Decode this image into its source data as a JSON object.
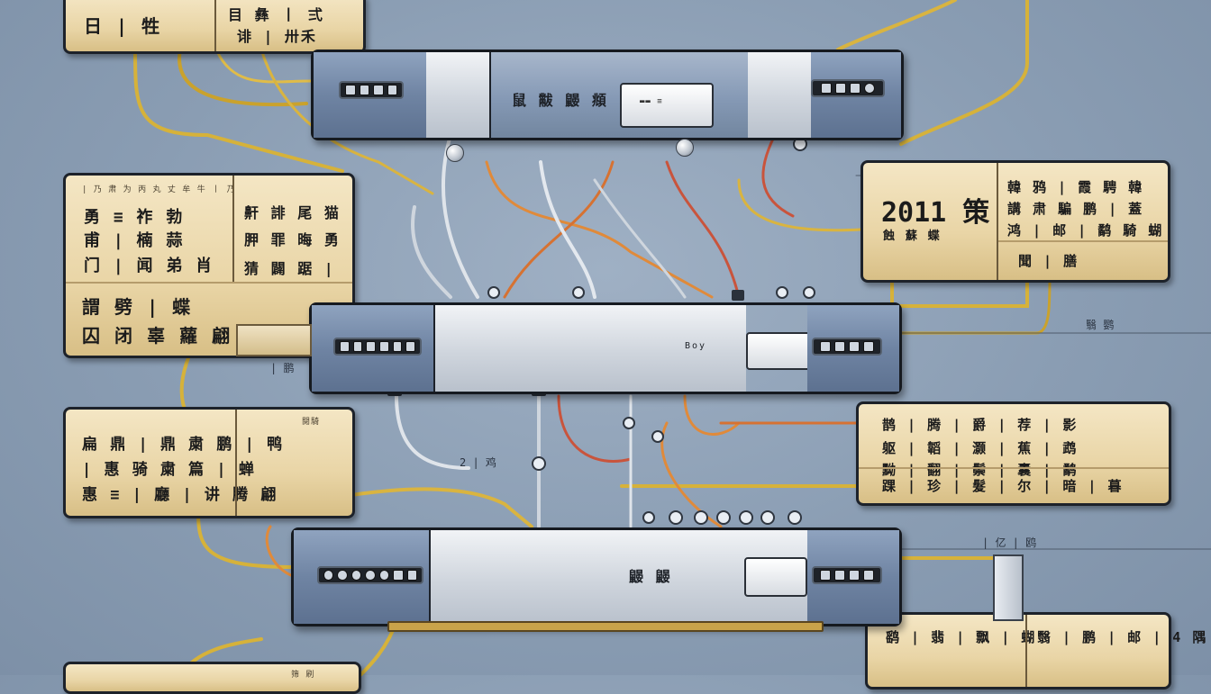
{
  "panels": {
    "top_left": {
      "left_text": "日 | 牲",
      "right_top": "目 彝 丨 弍",
      "right_bottom": "诽 | 卅禾"
    },
    "mid_left": {
      "header": "| 乃 肃 为 丙 丸 丈 牟 牛 丨 乃",
      "top_left_r1": "勇 ≡ 祚 勃",
      "top_left_r2": "甫 | 楠 蒜",
      "top_left_r3": "门 | 闻 弟 肖",
      "top_right_r1": "鼾 誹 尾 猫",
      "top_right_r2": "胛 罪 晦 勇",
      "top_right_r3": "猜 闢 踞 |",
      "bottom_r1": "謂 劈 | 蝶",
      "bottom_r2": "囚 闭 辜 蘿 翩"
    },
    "right_top": {
      "big": "2011 策",
      "big_sub": "蝕 蘇 蝶",
      "r1": "韓 鸦 | 霞 騁 韓",
      "r2": "講 肃 騙 鹏 | 蓋",
      "r3": "鸿 | 邮 | 鹬 騎 蝴",
      "foot": "聞 | 膳"
    },
    "mid_left_2": {
      "r1": "扁 鼎 | 鼎 粛 鹏 | 鸭",
      "r2": "| 惠 骑 粛 篇 | 蝉",
      "r3": "惠 ≡ | 廳 | 讲 腾 翩",
      "right_tag": "閱騎"
    },
    "right_mid": {
      "r1": "鹊 | 腾 | 爵 | 荐 | 影",
      "r2": "躯 | 韜 | 灏 | 蕉 | 鹉",
      "r3": "黝 | 翻 | 鬃 | 囊 | 鹬",
      "foot": "踝 | 珍 | 髮 | 尔 | 暗 | 暮"
    },
    "bottom_right": {
      "left_text": "鹞 | 翡 | 飘 | 蝴",
      "right_text": "翳 | 鹏 | 邮 | 4 隅"
    },
    "bottom_left": {
      "text": "筛 刷"
    }
  },
  "devices": {
    "top": {
      "label": "鼠 黻 鼹 頫",
      "card": "▬▬ ≡"
    },
    "middle": {
      "label": "Boy"
    },
    "bottom": {
      "label": "鼹 鼹"
    }
  },
  "floating": {
    "label_a": "翳 鹦",
    "label_b": "| 鹏",
    "label_c": "2 | 鸡",
    "label_d": "| 亿 | 鸥"
  }
}
